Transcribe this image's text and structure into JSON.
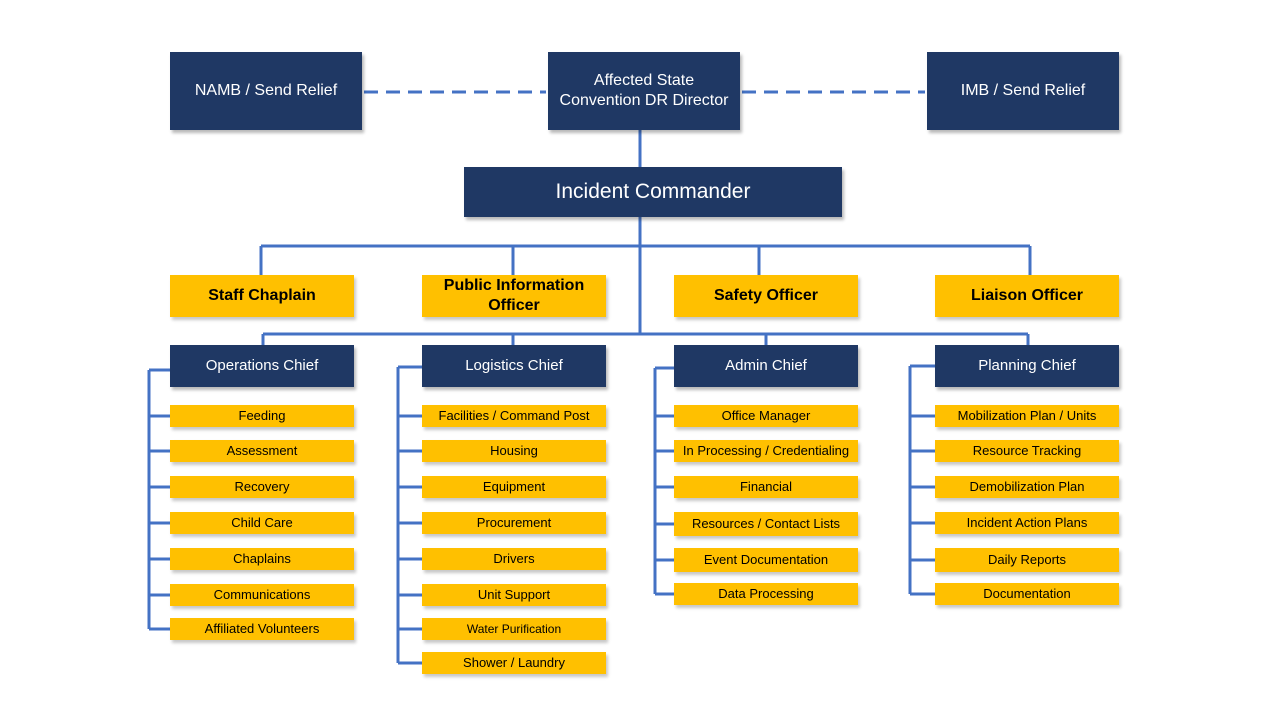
{
  "header": {
    "left_org": "NAMB / Send Relief",
    "center_line1": "Affected State",
    "center_line2": "Convention DR Director",
    "right_org": "IMB / Send Relief"
  },
  "commander": "Incident Commander",
  "staff": [
    "Staff Chaplain",
    "Public Information Officer",
    "Safety Officer",
    "Liaison Officer"
  ],
  "sections": [
    {
      "chief": "Operations Chief",
      "items": [
        "Feeding",
        "Assessment",
        "Recovery",
        "Child Care",
        "Chaplains",
        "Communications",
        "Affiliated Volunteers"
      ]
    },
    {
      "chief": "Logistics Chief",
      "items": [
        "Facilities / Command Post",
        "Housing",
        "Equipment",
        "Procurement",
        "Drivers",
        "Unit Support",
        "Water Purification",
        "Shower / Laundry"
      ]
    },
    {
      "chief": "Admin Chief",
      "items": [
        "Office Manager",
        "In Processing / Credentialing",
        "Financial",
        "Resources / Contact Lists",
        "Event Documentation",
        "Data Processing"
      ]
    },
    {
      "chief": "Planning Chief",
      "items": [
        "Mobilization Plan / Units",
        "Resource Tracking",
        "Demobilization Plan",
        "Incident Action Plans",
        "Daily Reports",
        "Documentation"
      ]
    }
  ],
  "colors": {
    "navy": "#1f3864",
    "gold": "#ffc000",
    "connector": "#4472c4"
  }
}
